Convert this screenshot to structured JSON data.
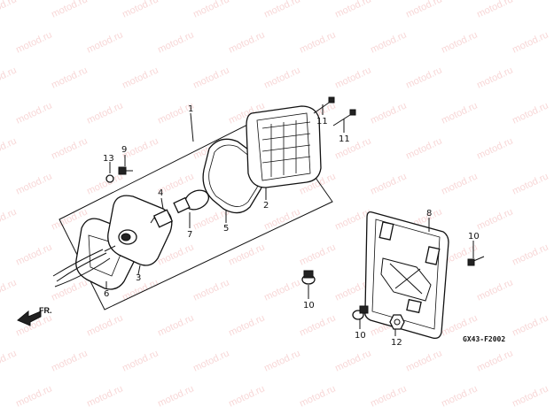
{
  "watermark_text": "motod.ru",
  "part_labels": {
    "p1": "1",
    "p2": "2",
    "p3": "3",
    "p4": "4",
    "p5": "5",
    "p6": "6",
    "p7": "7",
    "p8": "8",
    "p9": "9",
    "p10a": "10",
    "p10b": "10",
    "p10c": "10",
    "p11a": "11",
    "p11b": "11",
    "p12": "12",
    "p13": "13"
  },
  "direction_label": "FR.",
  "figure_code": "GX43-F2002"
}
